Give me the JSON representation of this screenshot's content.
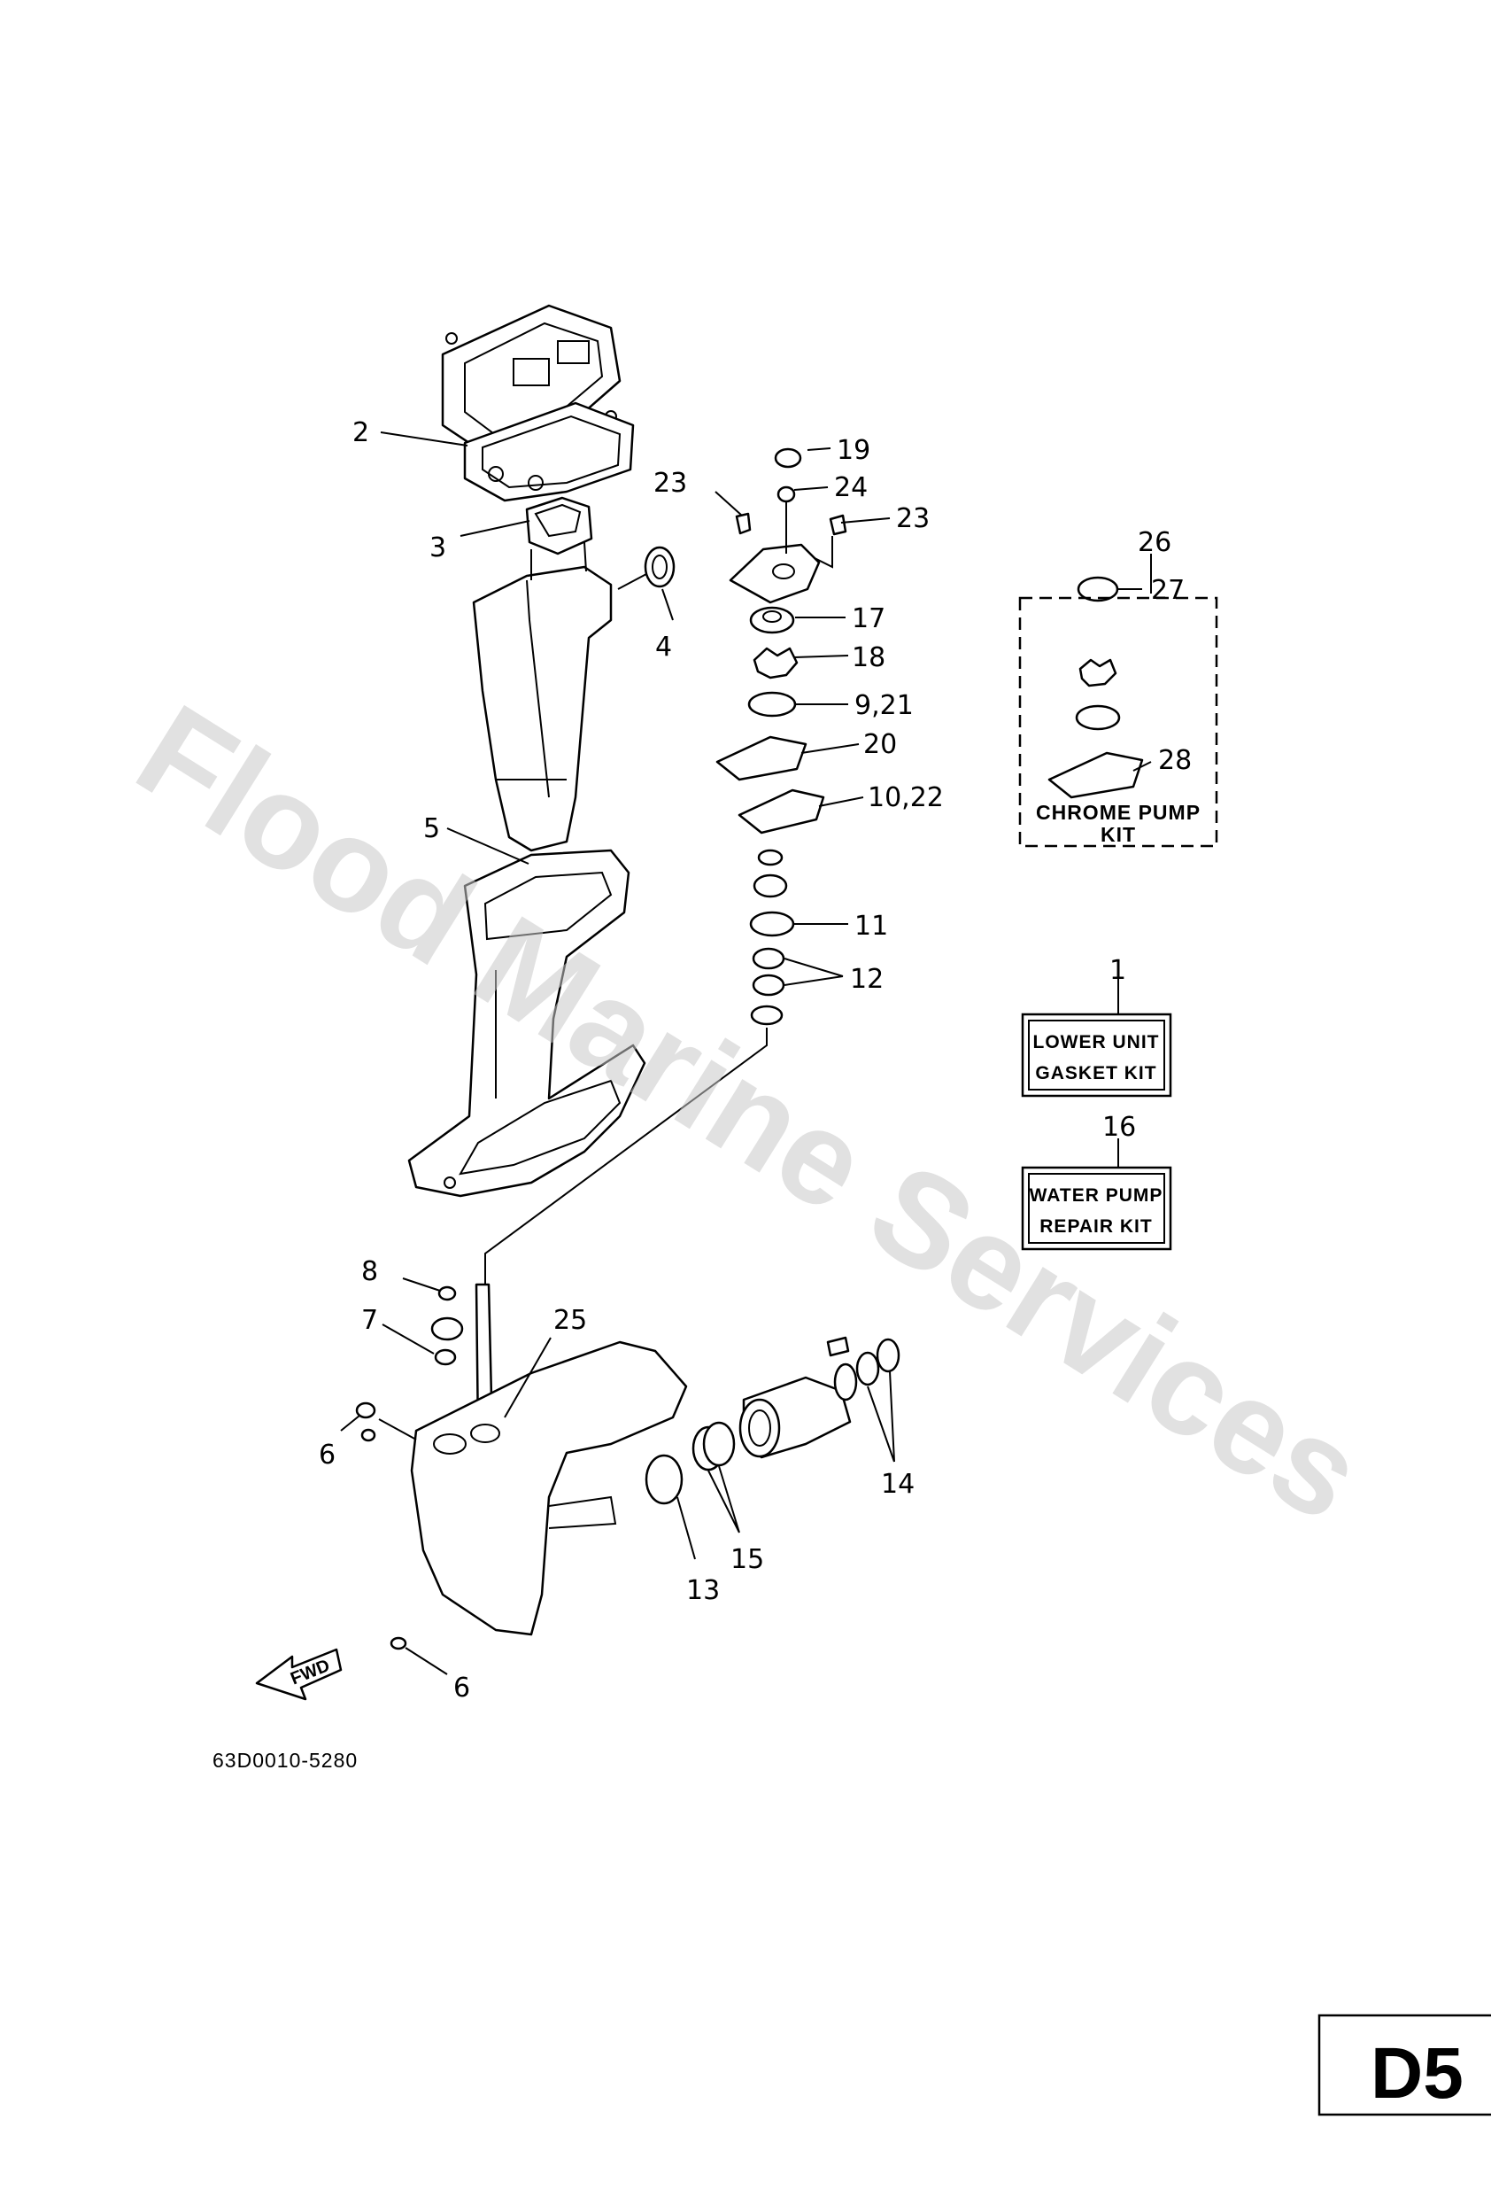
{
  "watermark": "Flood Marine Services",
  "diagram_code": "63D0010-5280",
  "page_label": "D5",
  "fwd_label": "FWD",
  "callouts": [
    {
      "id": "c2",
      "text": "2"
    },
    {
      "id": "c3",
      "text": "3"
    },
    {
      "id": "c4",
      "text": "4"
    },
    {
      "id": "c5",
      "text": "5"
    },
    {
      "id": "c6a",
      "text": "6"
    },
    {
      "id": "c6b",
      "text": "6"
    },
    {
      "id": "c7",
      "text": "7"
    },
    {
      "id": "c8",
      "text": "8"
    },
    {
      "id": "c9_21",
      "text": "9,21"
    },
    {
      "id": "c10_22",
      "text": "10,22"
    },
    {
      "id": "c11",
      "text": "11"
    },
    {
      "id": "c12",
      "text": "12"
    },
    {
      "id": "c13",
      "text": "13"
    },
    {
      "id": "c14",
      "text": "14"
    },
    {
      "id": "c15",
      "text": "15"
    },
    {
      "id": "c16",
      "text": "16"
    },
    {
      "id": "c17",
      "text": "17"
    },
    {
      "id": "c18",
      "text": "18"
    },
    {
      "id": "c19",
      "text": "19"
    },
    {
      "id": "c20",
      "text": "20"
    },
    {
      "id": "c23a",
      "text": "23"
    },
    {
      "id": "c23b",
      "text": "23"
    },
    {
      "id": "c24",
      "text": "24"
    },
    {
      "id": "c25",
      "text": "25"
    },
    {
      "id": "c26",
      "text": "26"
    },
    {
      "id": "c27",
      "text": "27"
    },
    {
      "id": "c28",
      "text": "28"
    },
    {
      "id": "c1",
      "text": "1"
    }
  ],
  "kits": {
    "chrome_pump": {
      "line1": "CHROME PUMP",
      "line2": "KIT"
    },
    "lower_unit": {
      "line1": "LOWER UNIT",
      "line2": "GASKET KIT"
    },
    "water_pump": {
      "line1": "WATER PUMP",
      "line2": "REPAIR KIT"
    }
  }
}
